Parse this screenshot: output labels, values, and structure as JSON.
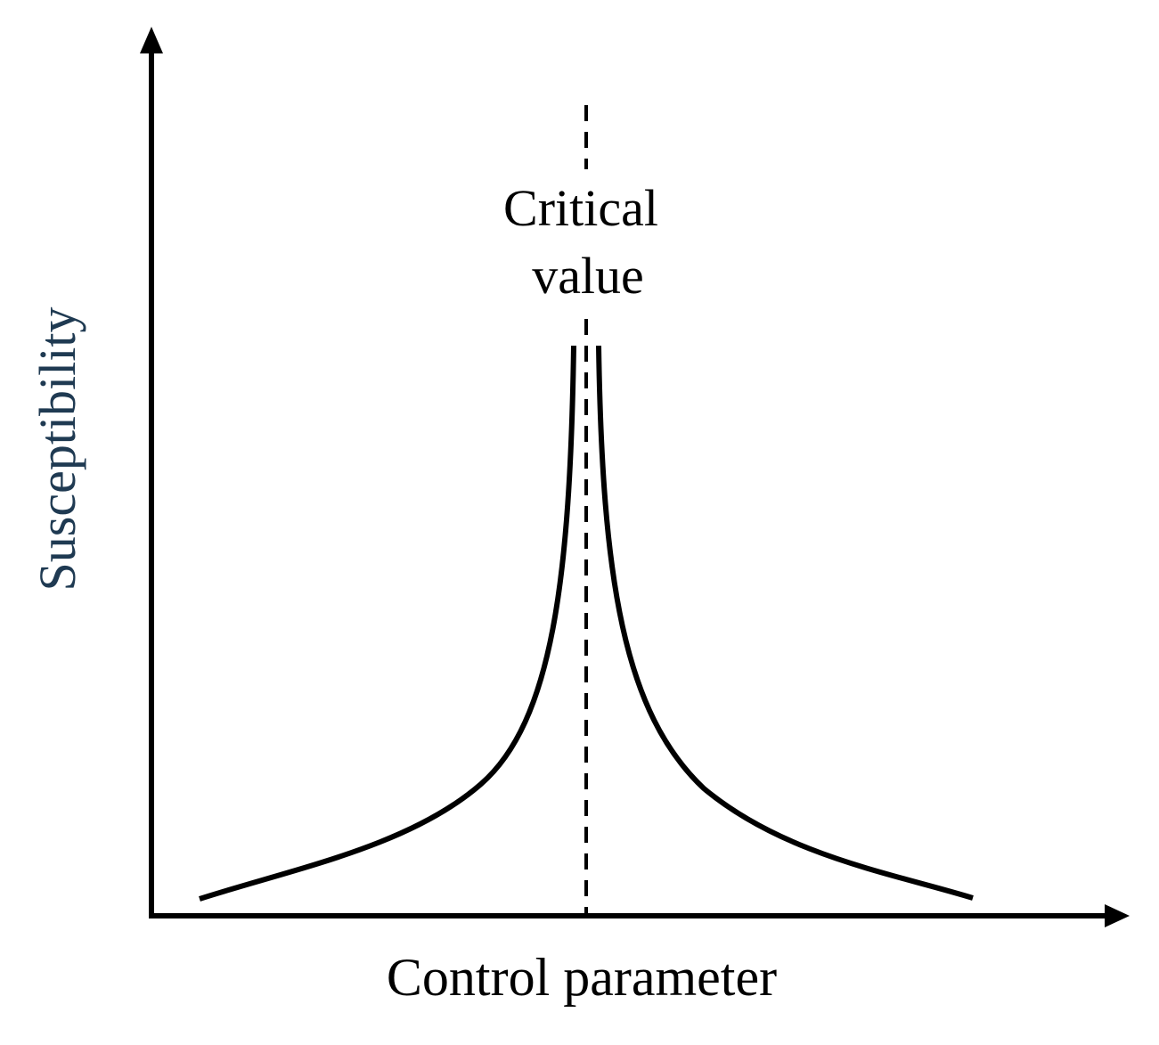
{
  "axes": {
    "x_label": "Control parameter",
    "y_label": "Susceptibility"
  },
  "annotation": {
    "line1": "Critical",
    "line2": "value"
  },
  "colors": {
    "ink": "#000000",
    "y_label": "#1f3a52",
    "background": "#ffffff"
  },
  "chart_data": {
    "type": "line",
    "title": "",
    "xlabel": "Control parameter",
    "ylabel": "Susceptibility",
    "ticks": "none",
    "curve": "divergence at a critical value (cusp)",
    "marker": "dashed vertical line at critical value"
  }
}
